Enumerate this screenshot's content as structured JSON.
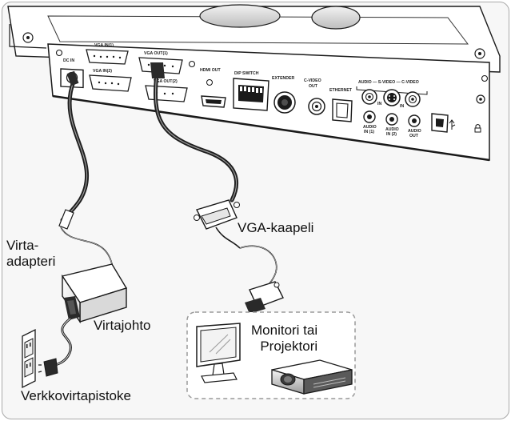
{
  "callouts": {
    "power_adapter_line1": "Virta-",
    "power_adapter_line2": "adapteri",
    "power_cord": "Virtajohto",
    "wall_outlet": "Verkkovirtapistoke",
    "vga_cable": "VGA-kaapeli",
    "display_line1": "Monitori tai",
    "display_line2": "Projektori"
  },
  "ports": {
    "dc_in": "DC IN",
    "vga_in_1": "VGA IN(1)",
    "vga_in_2": "VGA IN(2)",
    "vga_out_1": "VGA OUT(1)",
    "vga_out_2": "VGA OUT(2)",
    "hdmi_out": "HDMI OUT",
    "dip_switch": "DIP SWITCH",
    "extender": "EXTENDER",
    "c_video_out_line1": "C-VIDEO",
    "c_video_out_line2": "OUT",
    "ethernet": "ETHERNET",
    "av_group": "AUDIO — S-VIDEO — C-VIDEO",
    "in_marker_1": "IN",
    "in_marker_2": "IN",
    "audio_in_1_line1": "AUDIO",
    "audio_in_1_line2": "IN (1)",
    "audio_in_2_line1": "AUDIO",
    "audio_in_2_line2": "IN (2)",
    "audio_out_line1": "AUDIO",
    "audio_out_line2": "OUT"
  },
  "colors": {
    "panel_fill": "#ffffff",
    "outline": "#1a1a1a",
    "cable": "#1f1f1f",
    "cable_highlight": "#9a9a9a",
    "frame_border": "#a9a9a9",
    "dashed_box": "#9a9a9a"
  }
}
